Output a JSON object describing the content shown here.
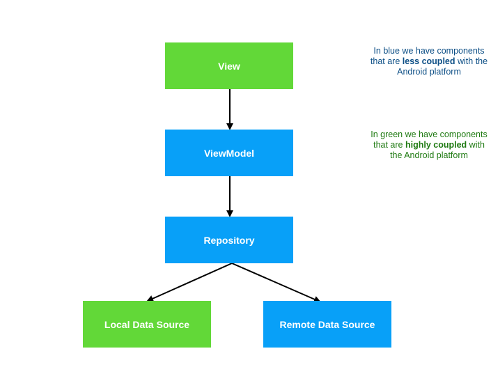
{
  "nodes": {
    "view": "View",
    "viewmodel": "ViewModel",
    "repository": "Repository",
    "local": "Local Data Source",
    "remote": "Remote Data Source"
  },
  "notes": {
    "blue": {
      "part1": "In blue we have components that are ",
      "bold": "less coupled",
      "part2": " with the Android platform"
    },
    "green": {
      "part1": "In green we have components that are ",
      "bold": "highly coupled",
      "part2": " with the Android platform"
    }
  },
  "colors": {
    "green": "#62d838",
    "blue": "#08a0f8",
    "note_blue_text": "#0d4f86",
    "note_green_text": "#1f7a12"
  }
}
